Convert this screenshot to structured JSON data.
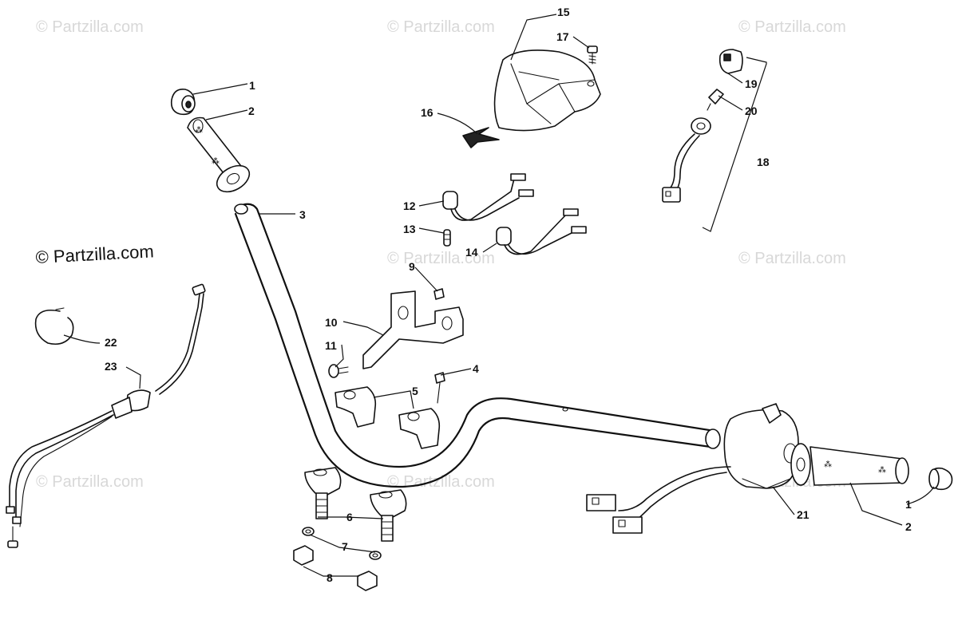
{
  "watermarks": {
    "top_left": "© Partzilla.com",
    "top_center": "© Partzilla.com",
    "top_right": "© Partzilla.com",
    "mid_left": "© Partzilla.com",
    "mid_center": "© Partzilla.com",
    "mid_right": "© Partzilla.com",
    "bottom_left": "© Partzilla.com",
    "bottom_center": "© Partzilla.com",
    "bottom_right": "© Partzilla.com"
  },
  "callouts": {
    "c1a": "1",
    "c1b": "1",
    "c2a": "2",
    "c2b": "2",
    "c3": "3",
    "c4": "4",
    "c5": "5",
    "c6": "6",
    "c7": "7",
    "c8": "8",
    "c9": "9",
    "c10": "10",
    "c11": "11",
    "c12": "12",
    "c13": "13",
    "c14": "14",
    "c15": "15",
    "c16": "16",
    "c17": "17",
    "c18": "18",
    "c19": "19",
    "c20": "20",
    "c21": "21",
    "c22": "22",
    "c23": "23"
  }
}
